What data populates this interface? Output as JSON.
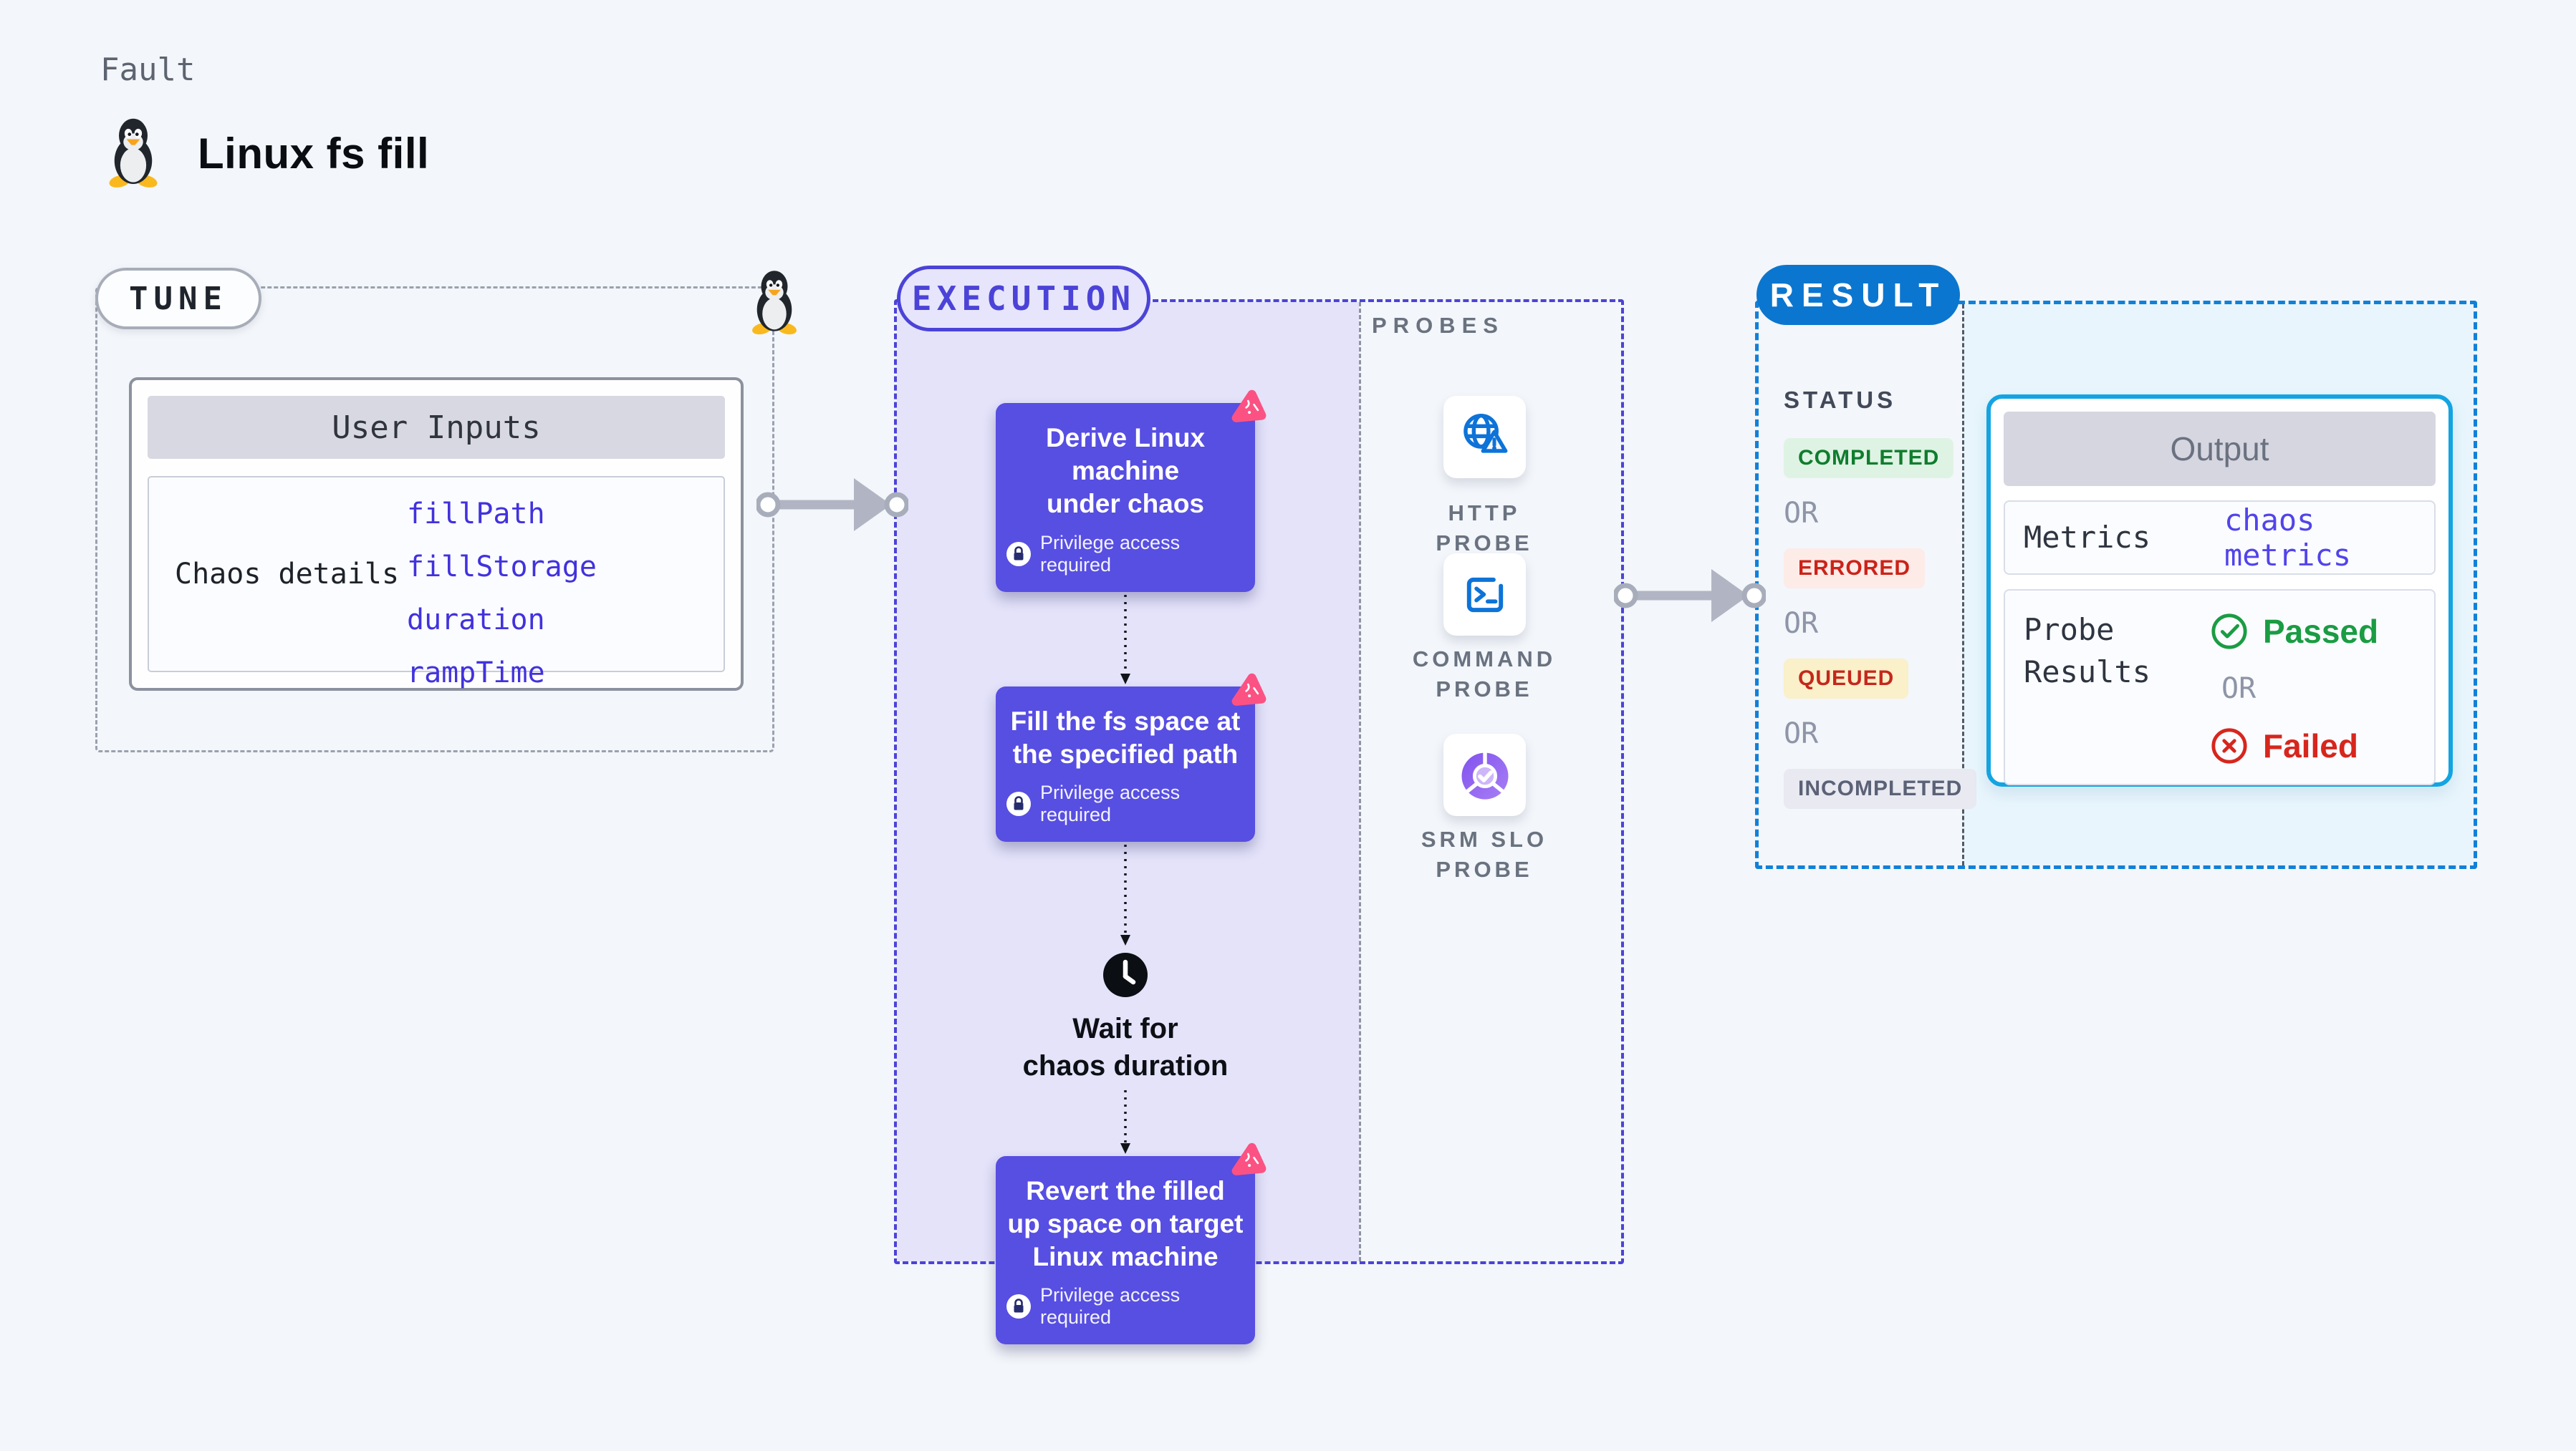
{
  "header": {
    "eyebrow": "Fault",
    "title": "Linux fs fill"
  },
  "tune": {
    "pill": "TUNE",
    "user_inputs": {
      "header": "User Inputs",
      "row_label": "Chaos details",
      "values": [
        "fillPath",
        "fillStorage",
        "duration",
        "rampTime"
      ]
    }
  },
  "execution": {
    "pill": "EXECUTION",
    "privilege_note": "Privilege access required",
    "steps": {
      "derive": "Derive Linux machine under chaos",
      "fill": "Fill the fs space at the specified path",
      "wait": "Wait for chaos duration",
      "revert": "Revert the filled up space on target Linux machine"
    }
  },
  "probes": {
    "heading": "PROBES",
    "items": [
      {
        "label": "HTTP PROBE",
        "icon": "globe-alert-icon"
      },
      {
        "label": "COMMAND PROBE",
        "icon": "terminal-icon"
      },
      {
        "label": "SRM SLO PROBE",
        "icon": "slo-donut-icon"
      }
    ]
  },
  "result": {
    "pill": "RESULT",
    "status": {
      "heading": "STATUS",
      "separator": "OR",
      "badges": [
        {
          "label": "COMPLETED",
          "tone": "green"
        },
        {
          "label": "ERRORED",
          "tone": "red"
        },
        {
          "label": "QUEUED",
          "tone": "yellow"
        },
        {
          "label": "INCOMPLETED",
          "tone": "gray"
        }
      ]
    },
    "output": {
      "header": "Output",
      "metrics_label": "Metrics",
      "metrics_value": "chaos metrics",
      "probe_results_label": "Probe Results",
      "passed": "Passed",
      "separator": "OR",
      "failed": "Failed"
    }
  },
  "colors": {
    "page_bg": "#f3f6fa",
    "accent_indigo": "#4b43d7",
    "execution_fill": "#e4e3fa",
    "step_card_purple": "#574ee2",
    "chaos_pink": "#fb5283",
    "result_blue_dash": "#1180d8",
    "result_pill_blue": "#0b76cf",
    "result_fill_cyan": "#e8f5fc",
    "output_border_cyan": "#13a4e2",
    "probe_icon_blue": "#0d73d8",
    "slo_purple": "#8152ee",
    "passed_green": "#1a9c43",
    "failed_red": "#d7261d",
    "badge_green_bg": "#dff3e4",
    "badge_red_bg": "#fdebe8",
    "badge_yellow_bg": "#faf0c9",
    "badge_gray_bg": "#e8e9f1",
    "input_value_blue": "#4132dd"
  }
}
